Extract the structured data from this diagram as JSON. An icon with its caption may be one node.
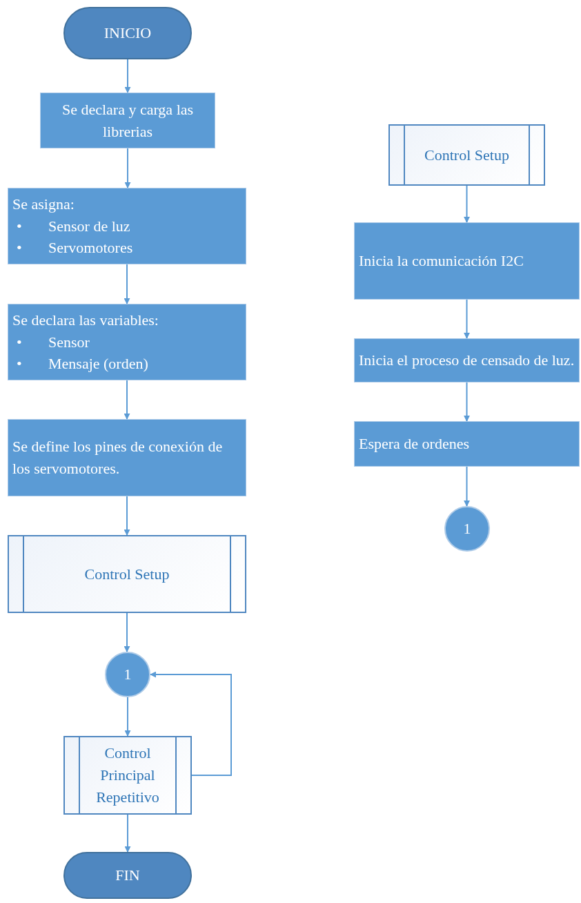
{
  "diagram": {
    "nodes": [
      {
        "text": [
          "INICIO"
        ]
      },
      {
        "text": [
          "Se declara y carga las librerias"
        ]
      },
      {
        "text": [
          "Se asigna:",
          "•",
          "Sensor de luz",
          "•",
          "Servomotores"
        ]
      },
      {
        "text": [
          "Se declara las variables:",
          "•",
          "Sensor",
          "•",
          "Mensaje (orden)"
        ]
      },
      {
        "text": [
          "Se define los pines de conexión de los servomotores."
        ]
      },
      {
        "text": [
          "Control Setup"
        ]
      },
      {
        "text": [
          "1"
        ]
      },
      {
        "text": [
          "Control Principal Repetitivo"
        ]
      },
      {
        "text": [
          "FIN"
        ]
      },
      {
        "text": [
          "Control Setup"
        ]
      },
      {
        "text": [
          "Inicia la comunicación I2C"
        ]
      },
      {
        "text": [
          "Inicia el proceso de censado de luz."
        ]
      },
      {
        "text": [
          "Espera de ordenes"
        ]
      },
      {
        "text": [
          "1"
        ]
      }
    ],
    "edges": [
      {
        "from": 0,
        "to": 1,
        "arrow": "to"
      },
      {
        "from": 1,
        "to": 2,
        "arrow": "to"
      },
      {
        "from": 2,
        "to": 3,
        "arrow": "to"
      },
      {
        "from": 3,
        "to": 4,
        "arrow": "to"
      },
      {
        "from": 4,
        "to": 5,
        "arrow": "to"
      },
      {
        "from": 5,
        "to": 6,
        "arrow": "to"
      },
      {
        "from": 6,
        "to": 7,
        "arrow": "to"
      },
      {
        "from": 7,
        "to": 8,
        "arrow": "to"
      },
      {
        "from": 7,
        "to": 6,
        "arrow": "to"
      },
      {
        "from": 9,
        "to": 10,
        "arrow": "to"
      },
      {
        "from": 10,
        "to": 11,
        "arrow": "to"
      },
      {
        "from": 11,
        "to": 12,
        "arrow": "to"
      },
      {
        "from": 12,
        "to": 13,
        "arrow": "to"
      }
    ]
  }
}
